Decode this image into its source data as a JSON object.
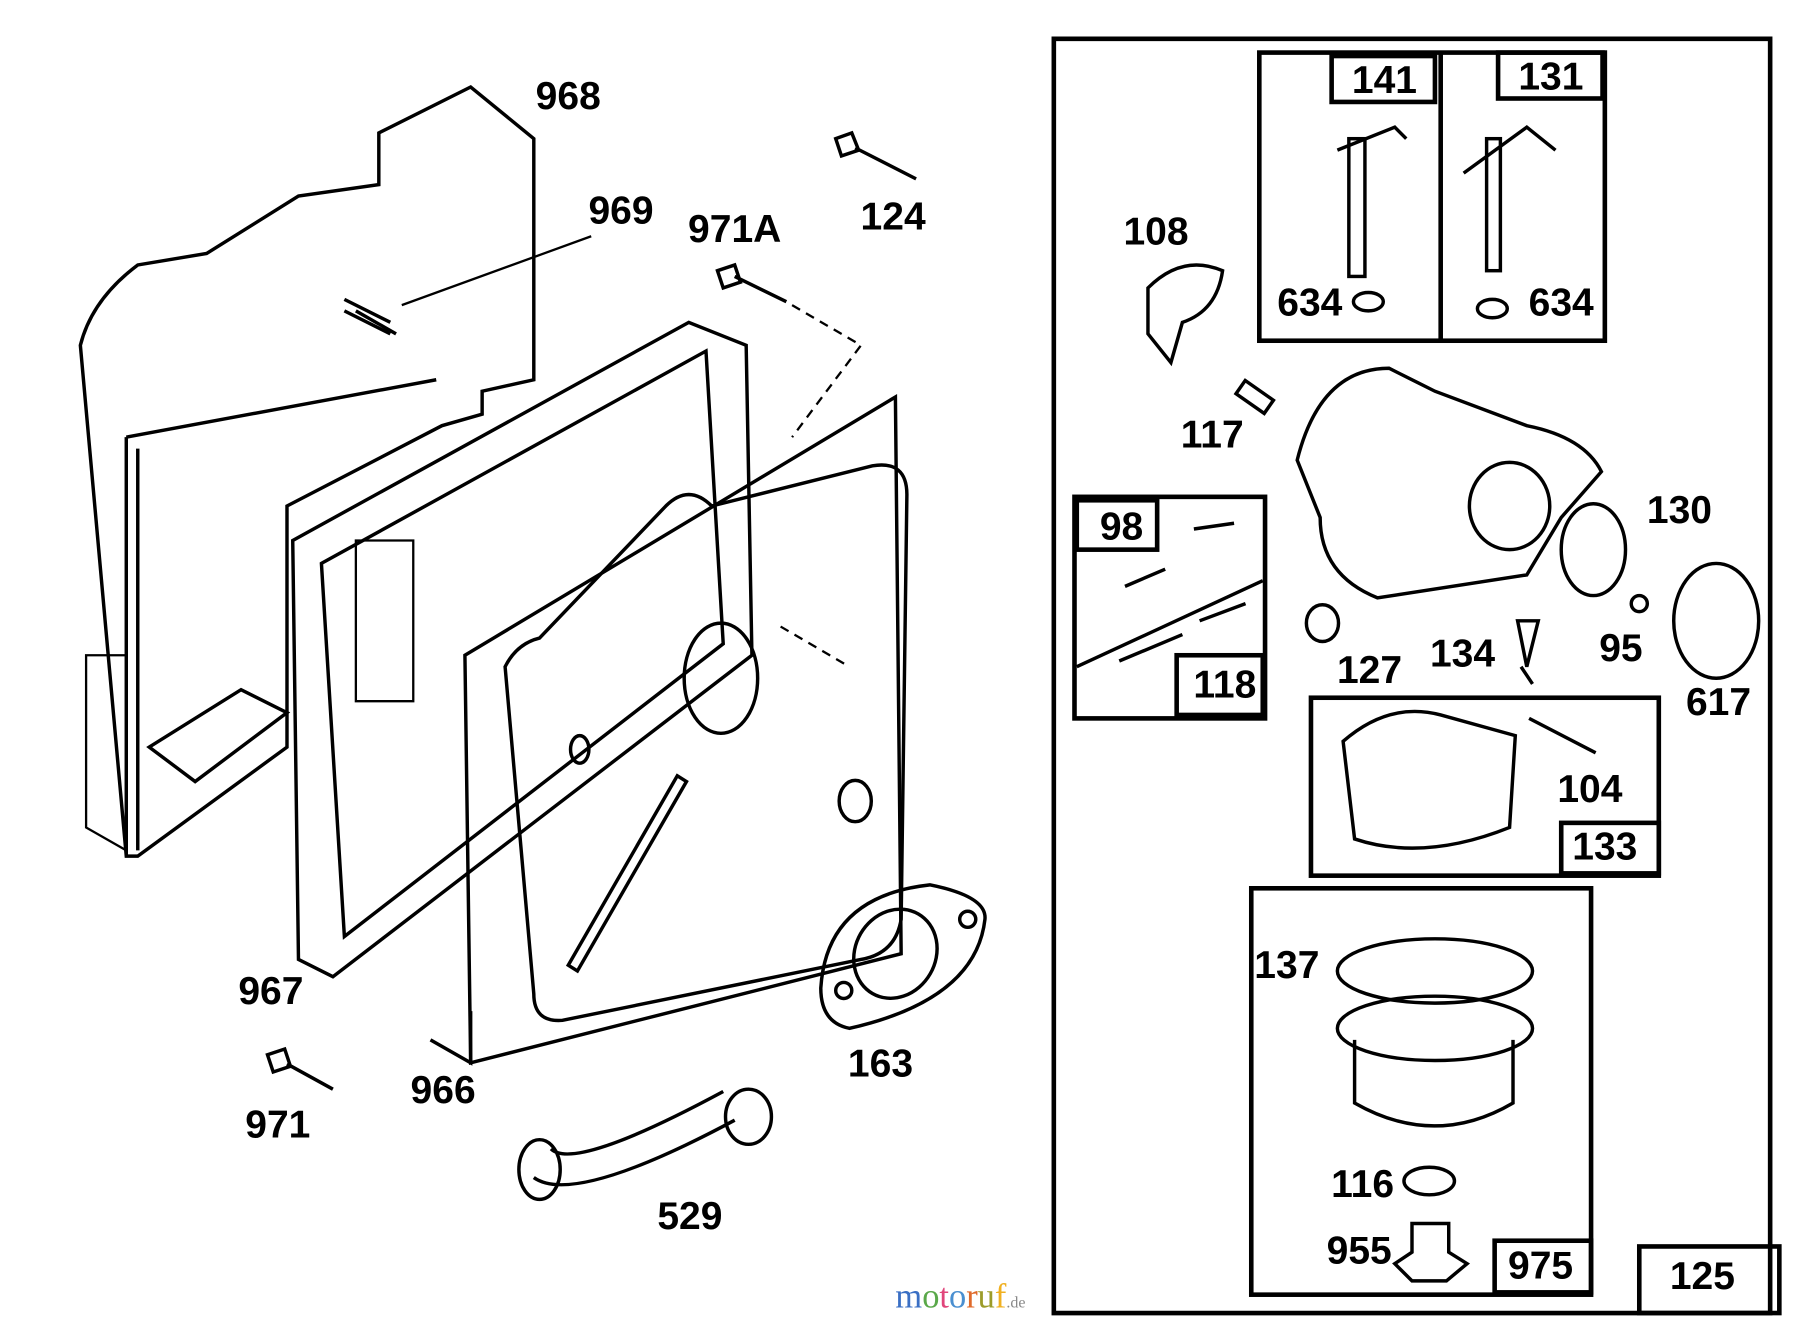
{
  "diagram": {
    "left_labels": [
      "968",
      "969",
      "971A",
      "124",
      "967",
      "966",
      "971",
      "163",
      "529"
    ],
    "kit_labels": {
      "k141": "141",
      "k131": "131",
      "p634a": "634",
      "p634b": "634",
      "k98": "98",
      "k118": "118",
      "k133": "133",
      "k975": "975",
      "k125": "125"
    },
    "right_labels": [
      "108",
      "117",
      "130",
      "127",
      "134",
      "95",
      "617",
      "104",
      "137",
      "116",
      "955"
    ]
  },
  "watermark": {
    "letters": [
      "m",
      "o",
      "t",
      "o",
      "r",
      "u",
      "f"
    ],
    "suffix": ".de",
    "colors": [
      "#3a6fc4",
      "#5aa84a",
      "#e0457b",
      "#4a8fd0",
      "#e06a2a",
      "#9c9c2a",
      "#f0b020"
    ]
  }
}
